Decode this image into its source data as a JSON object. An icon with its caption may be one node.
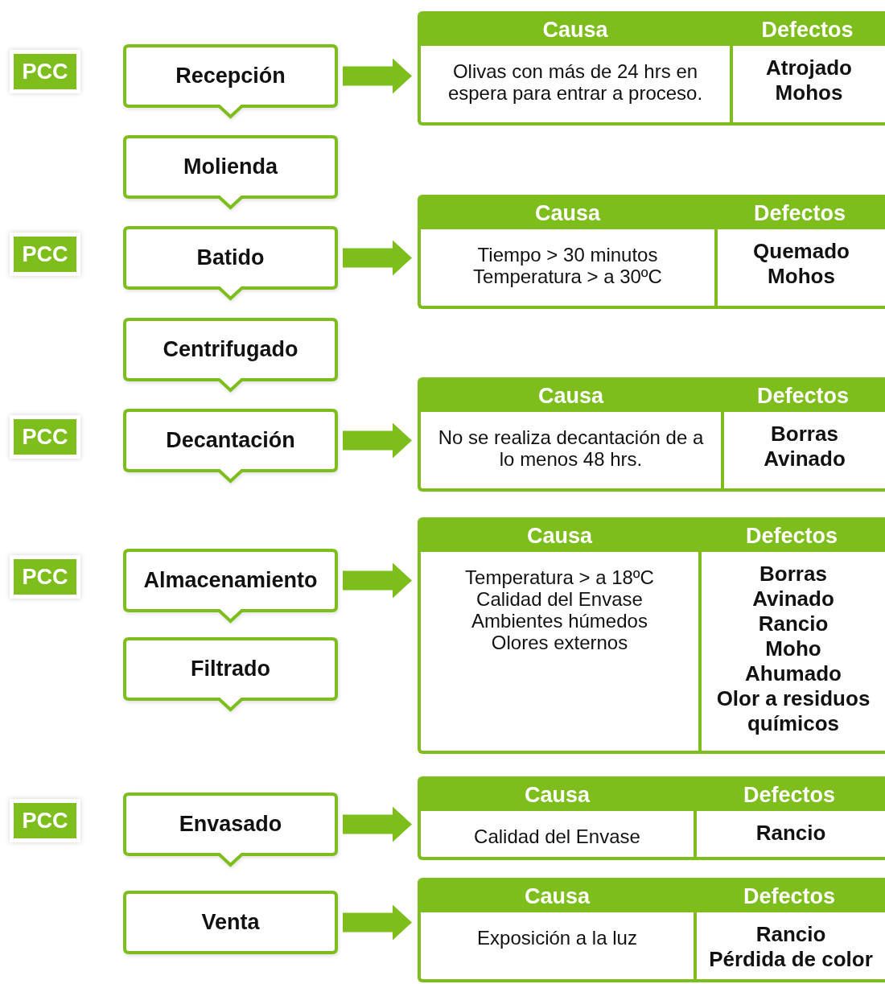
{
  "diagram": {
    "nodes": [
      {
        "text": [
          "PCC"
        ]
      },
      {
        "text": [
          "Recepción"
        ]
      },
      {
        "text": [
          "Causa",
          "Defectos"
        ]
      },
      {
        "text": [
          "Olivas con más de 24 hrs en espera para entrar a proceso."
        ],
        "in": 2
      },
      {
        "text": [
          "Atrojado",
          "Mohos"
        ],
        "in": 2
      },
      {
        "text": [
          "Molienda"
        ]
      },
      {
        "text": [
          "PCC"
        ]
      },
      {
        "text": [
          "Batido"
        ]
      },
      {
        "text": [
          "Causa",
          "Defectos"
        ]
      },
      {
        "text": [
          "Tiempo > 30 minutos",
          "Temperatura > a 30ºC"
        ],
        "in": 8
      },
      {
        "text": [
          "Quemado",
          "Mohos"
        ],
        "in": 8
      },
      {
        "text": [
          "Centrifugado"
        ]
      },
      {
        "text": [
          "PCC"
        ]
      },
      {
        "text": [
          "Decantación"
        ]
      },
      {
        "text": [
          "Causa",
          "Defectos"
        ]
      },
      {
        "text": [
          "No se realiza decantación de a lo menos 48 hrs."
        ],
        "in": 14
      },
      {
        "text": [
          "Borras",
          "Avinado"
        ],
        "in": 14
      },
      {
        "text": [
          "PCC"
        ]
      },
      {
        "text": [
          "Almacenamiento"
        ]
      },
      {
        "text": [
          "Causa",
          "Defectos"
        ]
      },
      {
        "text": [
          "Temperatura > a 18ºC",
          "Calidad del Envase",
          "Ambientes húmedos",
          "Olores externos"
        ],
        "in": 19
      },
      {
        "text": [
          "Borras",
          "Avinado",
          "Rancio",
          "Moho",
          "Ahumado",
          "Olor a residuos químicos"
        ],
        "in": 19
      },
      {
        "text": [
          "Filtrado"
        ]
      },
      {
        "text": [
          "PCC"
        ]
      },
      {
        "text": [
          "Envasado"
        ]
      },
      {
        "text": [
          "Causa",
          "Defectos"
        ]
      },
      {
        "text": [
          "Calidad del Envase"
        ],
        "in": 25
      },
      {
        "text": [
          "Rancio"
        ],
        "in": 25
      },
      {
        "text": [
          "Venta"
        ]
      },
      {
        "text": [
          "Causa",
          "Defectos"
        ]
      },
      {
        "text": [
          "Exposición a la luz"
        ],
        "in": 29
      },
      {
        "text": [
          "Rancio",
          "Pérdida de color"
        ],
        "in": 29
      }
    ],
    "edges": [
      {
        "from": 1,
        "to": 2,
        "arrow": "to"
      },
      {
        "from": 7,
        "to": 8,
        "arrow": "to"
      },
      {
        "from": 13,
        "to": 14,
        "arrow": "to"
      },
      {
        "from": 18,
        "to": 19,
        "arrow": "to"
      },
      {
        "from": 24,
        "to": 25,
        "arrow": "to"
      },
      {
        "from": 28,
        "to": 29,
        "arrow": "to"
      }
    ]
  }
}
